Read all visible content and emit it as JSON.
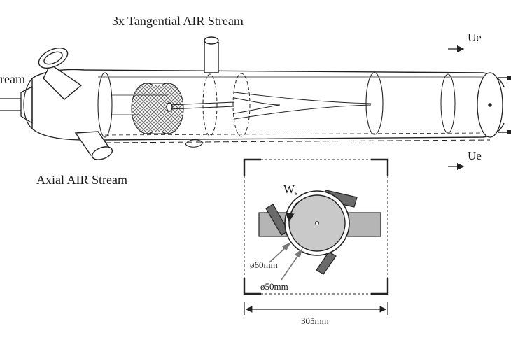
{
  "labels": {
    "tangential": "3x Tangential AIR Stream",
    "fuel_stream_fragment": "ream",
    "axial": "Axial AIR Stream",
    "ue_top": "Ue",
    "ue_bottom": "Ue",
    "ws_main": "W",
    "ws_sub": "s",
    "dia60": "ø60mm",
    "dia50": "ø50mm",
    "width305": "305mm"
  },
  "colors": {
    "stroke": "#222222",
    "block_gray": "#b5b5b5",
    "disk_gray": "#c9c9c9",
    "dark_block": "#555555"
  }
}
